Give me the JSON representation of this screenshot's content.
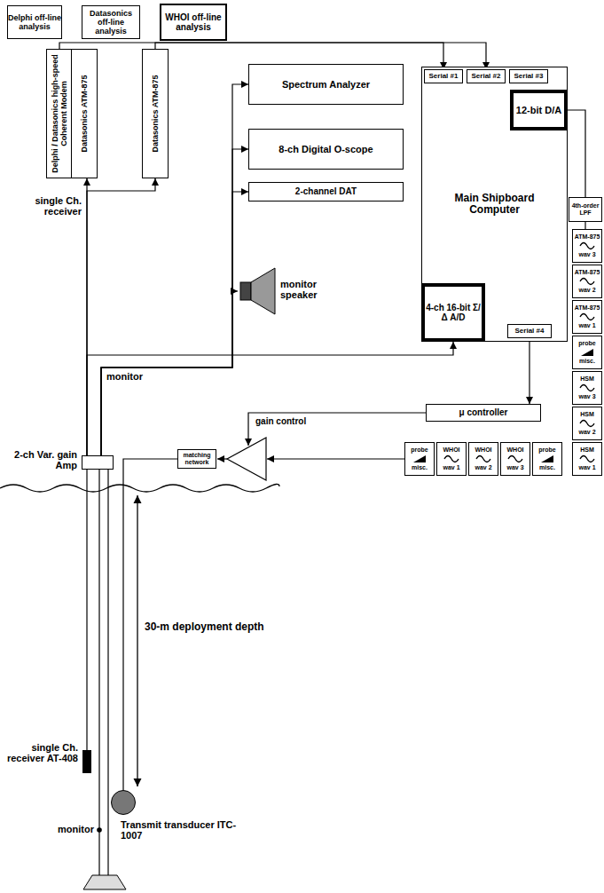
{
  "diagram": {
    "nodes": [
      {
        "text": [
          "Delphi off-line analysis"
        ]
      },
      {
        "text": [
          "Datasonics off-line analysis"
        ]
      },
      {
        "text": [
          "WHOI off-line analysis"
        ]
      },
      {
        "text": [
          "Delphi / Datasonics high-speed Coherent Modem"
        ]
      },
      {
        "text": [
          "Datasonics ATM-875"
        ],
        "in": 3
      },
      {
        "text": [
          "Datasonics ATM-875"
        ]
      },
      {
        "text": [
          "Spectrum Analyzer"
        ]
      },
      {
        "text": [
          "8-ch Digital O-scope"
        ]
      },
      {
        "text": [
          "2-channel DAT"
        ]
      },
      {
        "text": [
          "monitor speaker"
        ]
      },
      {
        "text": [
          "Main Shipboard Computer"
        ]
      },
      {
        "text": [
          "Serial #1"
        ],
        "in": 10
      },
      {
        "text": [
          "Serial #2"
        ],
        "in": 10
      },
      {
        "text": [
          "Serial #3"
        ],
        "in": 10
      },
      {
        "text": [
          "12-bit D/A"
        ],
        "in": 10
      },
      {
        "text": [
          "4-ch 16-bit Σ/Δ A/D"
        ],
        "in": 10
      },
      {
        "text": [
          "Serial #4"
        ],
        "in": 10
      },
      {
        "text": [
          "4th-order LPF"
        ]
      },
      {
        "text": [
          "ATM-875",
          "wav 3"
        ]
      },
      {
        "text": [
          "ATM-875",
          "wav 2"
        ]
      },
      {
        "text": [
          "ATM-875",
          "wav 1"
        ]
      },
      {
        "text": [
          "probe",
          "misc."
        ]
      },
      {
        "text": [
          "HSM",
          "wav 3"
        ]
      },
      {
        "text": [
          "HSM",
          "wav 2"
        ]
      },
      {
        "text": [
          "HSM",
          "wav 1"
        ]
      },
      {
        "text": [
          "μ controller"
        ]
      },
      {
        "text": [
          "matching network"
        ]
      },
      {
        "text": [
          "probe",
          "misc."
        ]
      },
      {
        "text": [
          "WHOI",
          "wav 1"
        ]
      },
      {
        "text": [
          "WHOI",
          "wav 2"
        ]
      },
      {
        "text": [
          "WHOI",
          "wav 3"
        ]
      },
      {
        "text": [
          "probe",
          "misc."
        ]
      },
      {
        "text": [
          "2-ch Var. gain Amp"
        ]
      },
      {
        "text": [
          "single Ch. receiver AT-408"
        ]
      },
      {
        "text": [
          "Transmit transducer ITC-1007"
        ]
      }
    ],
    "edges": [
      {
        "from": 3,
        "to": 11,
        "arrow": "to"
      },
      {
        "from": 5,
        "to": 12,
        "arrow": "to"
      },
      {
        "from": 32,
        "to": 3,
        "arrow": "to"
      },
      {
        "from": 32,
        "to": 5,
        "arrow": "to"
      },
      {
        "from": 32,
        "to": 15,
        "arrow": "to"
      },
      {
        "from": 32,
        "to": 6,
        "arrow": "to"
      },
      {
        "from": 32,
        "to": 7,
        "arrow": "to"
      },
      {
        "from": 32,
        "to": 8,
        "arrow": "to"
      },
      {
        "from": 32,
        "to": 9,
        "arrow": "to"
      },
      {
        "from": 16,
        "to": 25,
        "arrow": "to"
      },
      {
        "from": 14,
        "to": 17,
        "arrow": "none"
      },
      {
        "from": 17,
        "to": 18,
        "arrow": "none"
      },
      {
        "from": 26,
        "to": 34,
        "arrow": "none"
      },
      {
        "from": 32,
        "to": 33,
        "arrow": "none"
      }
    ],
    "labels": [
      "single Ch. receiver",
      "monitor",
      "gain control",
      "30-m deployment depth",
      "monitor"
    ]
  }
}
